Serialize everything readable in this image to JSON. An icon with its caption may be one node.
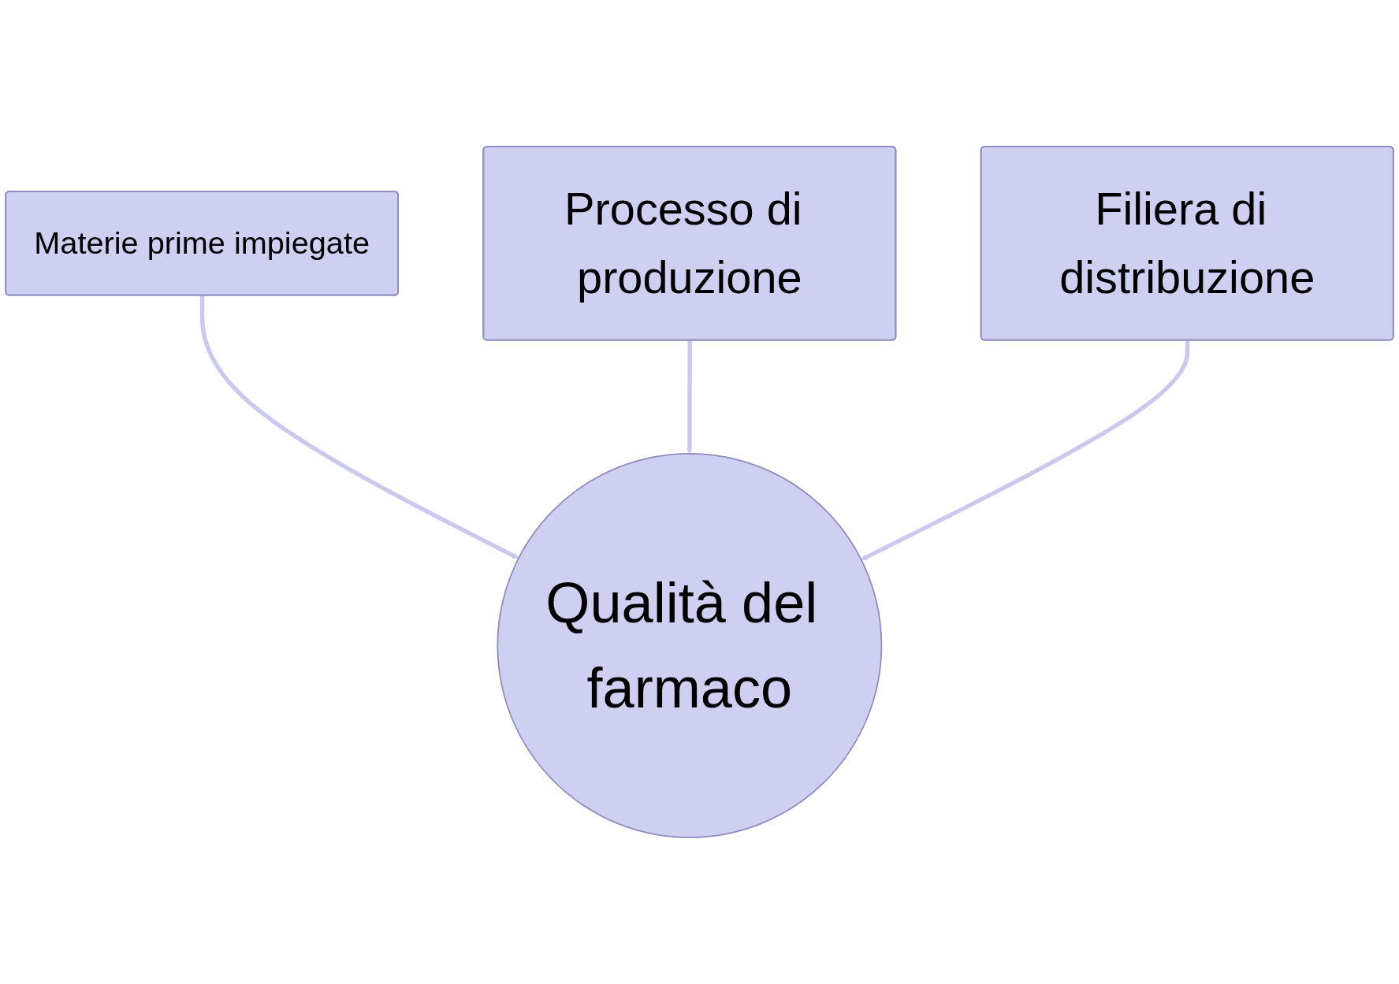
{
  "diagram": {
    "nodes": [
      {
        "text": [
          "Processo di produzione"
        ]
      },
      {
        "text": [
          "Materie prime impiegate"
        ]
      },
      {
        "text": [
          "Filiera di distribuzione"
        ]
      },
      {
        "text": [
          "Qualità del farmaco"
        ]
      }
    ],
    "edges": [
      {
        "from": 1,
        "to": 3,
        "arrow": "to"
      },
      {
        "from": 0,
        "to": 3,
        "arrow": "to"
      },
      {
        "from": 2,
        "to": 3,
        "arrow": "to"
      }
    ]
  }
}
